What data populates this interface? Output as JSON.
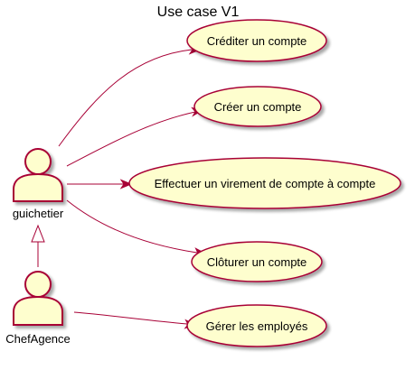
{
  "title": "Use case V1",
  "actors": [
    {
      "id": "guichetier",
      "label": "guichetier"
    },
    {
      "id": "chefagence",
      "label": "ChefAgence"
    }
  ],
  "use_cases": [
    {
      "id": "uc1",
      "label": "Créditer un compte"
    },
    {
      "id": "uc2",
      "label": "Créer un compte"
    },
    {
      "id": "uc3",
      "label": "Effectuer un virement de compte à compte"
    },
    {
      "id": "uc4",
      "label": "Clôturer un compte"
    },
    {
      "id": "uc5",
      "label": "Gérer les employés"
    }
  ],
  "relations": [
    {
      "from": "guichetier",
      "to": "uc1",
      "type": "association"
    },
    {
      "from": "guichetier",
      "to": "uc2",
      "type": "association"
    },
    {
      "from": "guichetier",
      "to": "uc3",
      "type": "association"
    },
    {
      "from": "guichetier",
      "to": "uc4",
      "type": "association"
    },
    {
      "from": "chefagence",
      "to": "uc5",
      "type": "association"
    },
    {
      "from": "chefagence",
      "to": "guichetier",
      "type": "generalization"
    }
  ],
  "colors": {
    "usecase_fill": "#FEFECE",
    "usecase_stroke": "#A80036",
    "actor_fill": "#FEFECE",
    "actor_stroke": "#A80036",
    "line": "#A80036",
    "text": "#000000"
  }
}
